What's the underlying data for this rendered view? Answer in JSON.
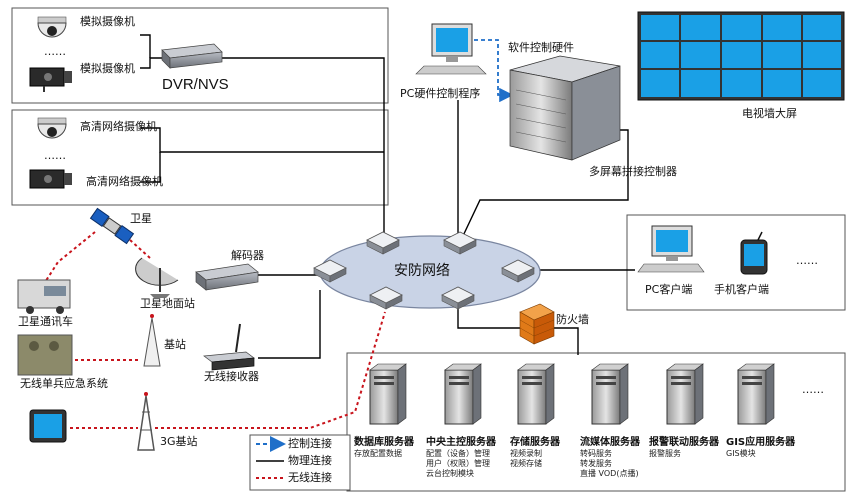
{
  "network_title": "安防网络",
  "analog": {
    "cam1_label": "模拟摄像机",
    "dots": "……",
    "cam2_label": "模拟摄像机",
    "recorder_label": "DVR/NVS"
  },
  "hd": {
    "cam1_label": "高清网络摄像机",
    "dots": "……",
    "cam2_label": "高清网络摄像机"
  },
  "control": {
    "pc_label": "PC硬件控制程序",
    "hardware_label": "软件控制硬件",
    "controller_label": "多屏幕拼接控制器",
    "videowall_label": "电视墙大屏"
  },
  "clients": {
    "pc_label": "PC客户端",
    "phone_label": "手机客户端",
    "dots": "……"
  },
  "wireless": {
    "satellite_label": "卫星",
    "decoder_label": "解码器",
    "ground_station_label": "卫星地面站",
    "vehicle_label": "卫星通讯车",
    "base_station_label": "基站",
    "soldier_label": "无线单兵应急系统",
    "receiver_label": "无线接收器",
    "base3g_label": "3G基站"
  },
  "firewall_label": "防火墙",
  "servers": [
    {
      "title": "数据库服务器",
      "desc": [
        "存放配置数据"
      ]
    },
    {
      "title": "中央主控服务器",
      "desc": [
        "配置（设备）管理",
        "用户（权限）管理",
        "云台控制模块"
      ]
    },
    {
      "title": "存储服务器",
      "desc": [
        "视频录制",
        "视频存储"
      ]
    },
    {
      "title": "流媒体服务器",
      "desc": [
        "转码服务",
        "转发服务",
        "直播 VOD(点播)"
      ]
    },
    {
      "title": "报警联动服务器",
      "desc": [
        "报警服务"
      ]
    },
    {
      "title": "GIS应用服务器",
      "desc": [
        "GIS模块"
      ]
    }
  ],
  "servers_dots": "……",
  "legend": {
    "control": "控制连接",
    "physical": "物理连接",
    "wireless": "无线连接"
  },
  "colors": {
    "control": "#1f6fc9",
    "physical": "#000000",
    "wireless": "#c8141c",
    "screen": "#1aa0e6",
    "network": "#c9d3e6"
  }
}
